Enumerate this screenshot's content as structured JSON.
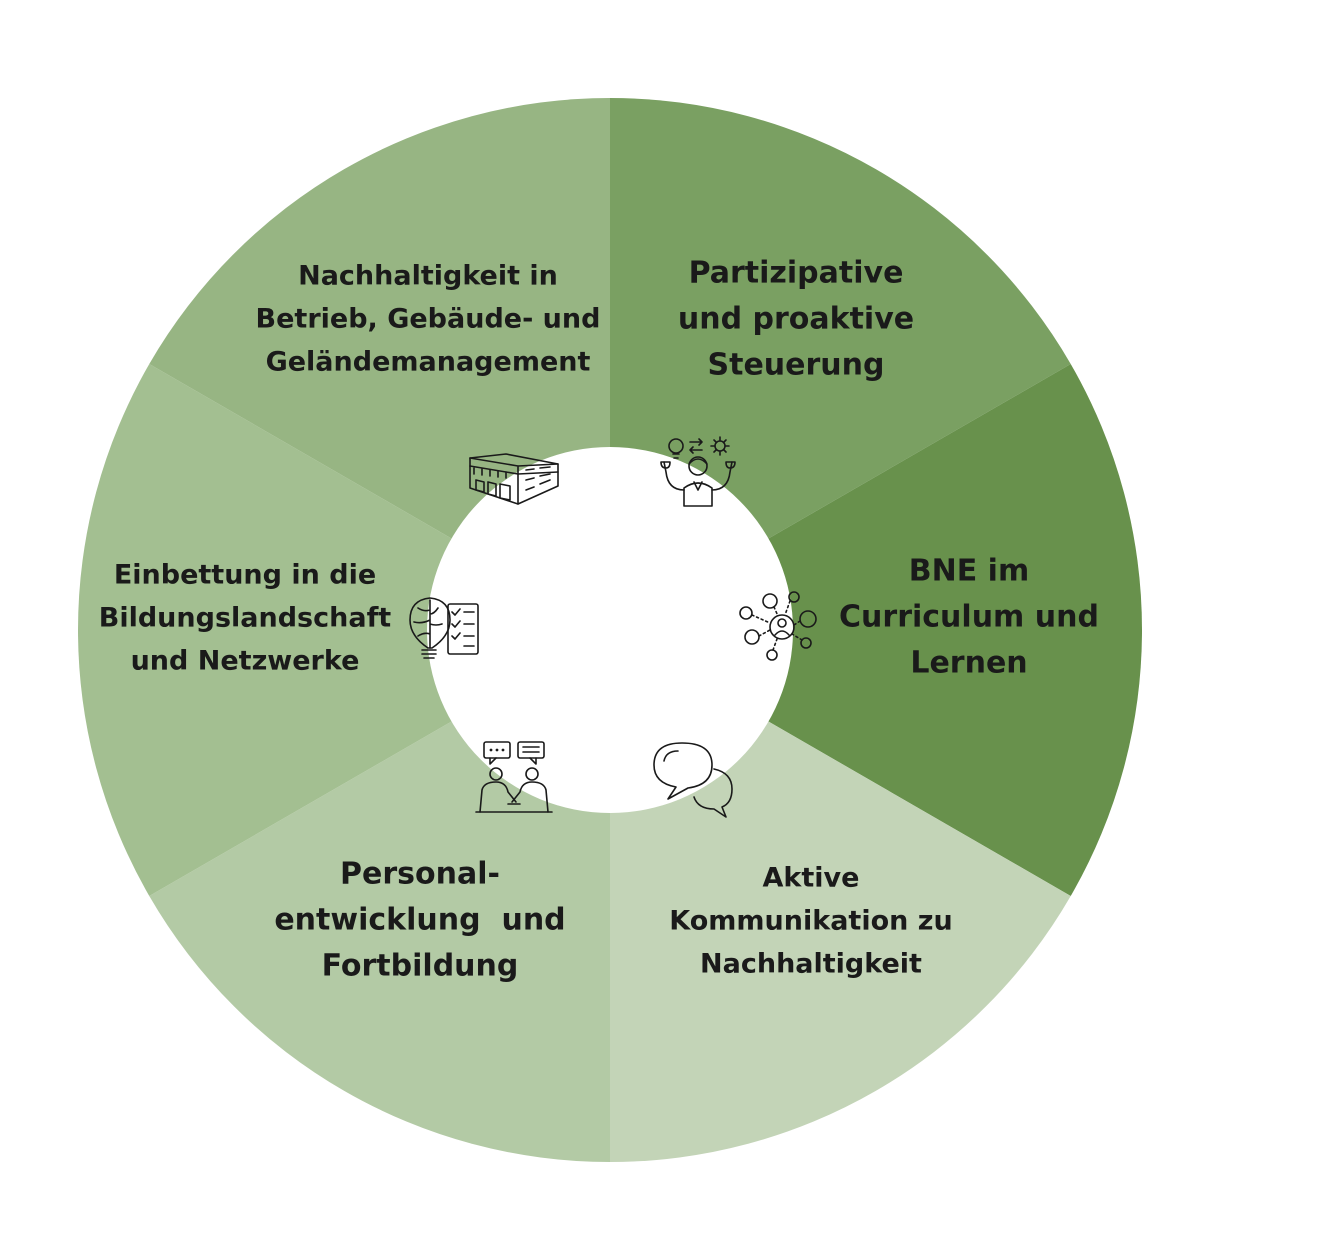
{
  "diagram": {
    "type": "segmented-ring",
    "colors": {
      "background": "#ffffff",
      "center": "#ffffff",
      "text": "#1a1a1a"
    },
    "segments": [
      {
        "id": "steuerung",
        "lines": [
          "Partizipative",
          "und proaktive",
          "Steuerung"
        ],
        "color": "#7aa062",
        "icon": "leader-ideas-icon"
      },
      {
        "id": "curriculum",
        "lines": [
          "BNE im",
          "Curriculum und",
          "Lernen"
        ],
        "color": "#68914c",
        "icon": "network-people-icon"
      },
      {
        "id": "kommunikation",
        "lines": [
          "Aktive",
          "Kommunikation zu",
          "Nachhaltigkeit"
        ],
        "color": "#c3d4b7",
        "icon": "speech-bubbles-icon"
      },
      {
        "id": "personal",
        "lines": [
          "Personal-",
          "entwicklung  und",
          "Fortbildung"
        ],
        "color": "#b3caa5",
        "icon": "handshake-dialog-icon"
      },
      {
        "id": "bildungslandschaft",
        "lines": [
          "Einbettung in die",
          "Bildungslandschaft",
          "und Netzwerke"
        ],
        "color": "#a3bf91",
        "icon": "brain-bulb-checklist-icon"
      },
      {
        "id": "betrieb",
        "lines": [
          "Nachhaltigkeit in",
          "Betrieb, Gebäude- und",
          "Geländemanagement"
        ],
        "color": "#97b583",
        "icon": "building-icon"
      }
    ]
  }
}
